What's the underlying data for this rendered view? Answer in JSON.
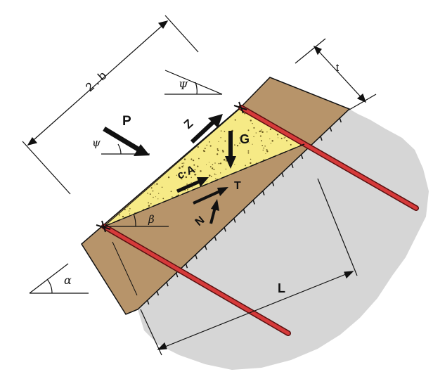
{
  "labels": {
    "width_2b": "2 . b",
    "thickness": "t",
    "anchor_length": "L",
    "slope_angle": "α",
    "plane_angle": "β",
    "force_angle_top": "Ψ",
    "force_angle": "ψ",
    "force_P": "P",
    "force_Z": "Z",
    "force_G": "G",
    "force_cA": "c·A",
    "force_T": "T",
    "force_N": "N"
  },
  "colors": {
    "soil_layer": "#b7946a",
    "wedge_fill": "#f6ea86",
    "ground": "#d6d6d6",
    "anchor": "#d63a3a",
    "anchor_dark": "#5a1010",
    "line": "#111111"
  }
}
